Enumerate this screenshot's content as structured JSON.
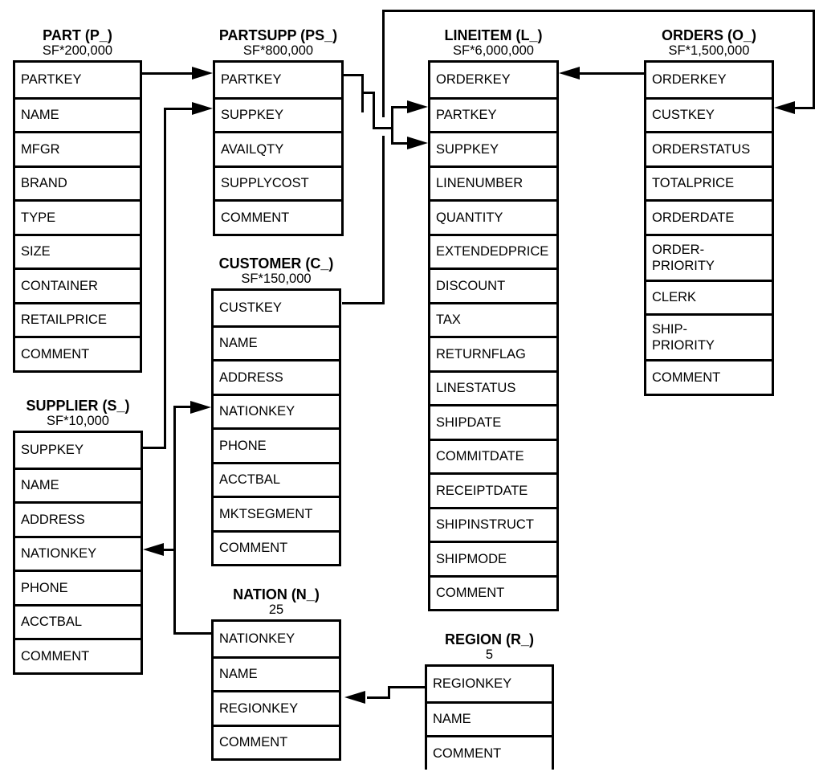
{
  "colors": {
    "line": "#000000",
    "background": "#ffffff",
    "text": "#000000"
  },
  "tables": {
    "part": {
      "title": "PART (P_)",
      "subtitle": "SF*200,000",
      "fields": [
        "PARTKEY",
        "NAME",
        "MFGR",
        "BRAND",
        "TYPE",
        "SIZE",
        "CONTAINER",
        "RETAILPRICE",
        "COMMENT"
      ]
    },
    "partsupp": {
      "title": "PARTSUPP (PS_)",
      "subtitle": "SF*800,000",
      "fields": [
        "PARTKEY",
        "SUPPKEY",
        "AVAILQTY",
        "SUPPLYCOST",
        "COMMENT"
      ]
    },
    "lineitem": {
      "title": "LINEITEM (L_)",
      "subtitle": "SF*6,000,000",
      "fields": [
        "ORDERKEY",
        "PARTKEY",
        "SUPPKEY",
        "LINENUMBER",
        "QUANTITY",
        "EXTENDEDPRICE",
        "DISCOUNT",
        "TAX",
        "RETURNFLAG",
        "LINESTATUS",
        "SHIPDATE",
        "COMMITDATE",
        "RECEIPTDATE",
        "SHIPINSTRUCT",
        "SHIPMODE",
        "COMMENT"
      ]
    },
    "orders": {
      "title": "ORDERS (O_)",
      "subtitle": "SF*1,500,000",
      "fields": [
        "ORDERKEY",
        "CUSTKEY",
        "ORDERSTATUS",
        "TOTALPRICE",
        "ORDERDATE",
        "ORDER-\nPRIORITY",
        "CLERK",
        "SHIP-\nPRIORITY",
        "COMMENT"
      ]
    },
    "customer": {
      "title": "CUSTOMER (C_)",
      "subtitle": "SF*150,000",
      "fields": [
        "CUSTKEY",
        "NAME",
        "ADDRESS",
        "NATIONKEY",
        "PHONE",
        "ACCTBAL",
        "MKTSEGMENT",
        "COMMENT"
      ]
    },
    "supplier": {
      "title": "SUPPLIER (S_)",
      "subtitle": "SF*10,000",
      "fields": [
        "SUPPKEY",
        "NAME",
        "ADDRESS",
        "NATIONKEY",
        "PHONE",
        "ACCTBAL",
        "COMMENT"
      ]
    },
    "nation": {
      "title": "NATION (N_)",
      "subtitle": "25",
      "fields": [
        "NATIONKEY",
        "NAME",
        "REGIONKEY",
        "COMMENT"
      ]
    },
    "region": {
      "title": "REGION (R_)",
      "subtitle": "5",
      "fields": [
        "REGIONKEY",
        "NAME",
        "COMMENT"
      ]
    }
  },
  "relationships": [
    {
      "from": "PART.PARTKEY",
      "to": "PARTSUPP.PARTKEY"
    },
    {
      "from": "SUPPLIER.SUPPKEY",
      "to": "PARTSUPP.SUPPKEY"
    },
    {
      "from": "PARTSUPP.PARTKEY",
      "to": "LINEITEM.PARTKEY"
    },
    {
      "from": "PARTSUPP.SUPPKEY",
      "to": "LINEITEM.SUPPKEY"
    },
    {
      "from": "ORDERS.ORDERKEY",
      "to": "LINEITEM.ORDERKEY"
    },
    {
      "from": "CUSTOMER.CUSTKEY",
      "to": "ORDERS.CUSTKEY"
    },
    {
      "from": "NATION.NATIONKEY",
      "to": "CUSTOMER.NATIONKEY"
    },
    {
      "from": "NATION.NATIONKEY",
      "to": "SUPPLIER.NATIONKEY"
    },
    {
      "from": "REGION.REGIONKEY",
      "to": "NATION.REGIONKEY"
    }
  ]
}
